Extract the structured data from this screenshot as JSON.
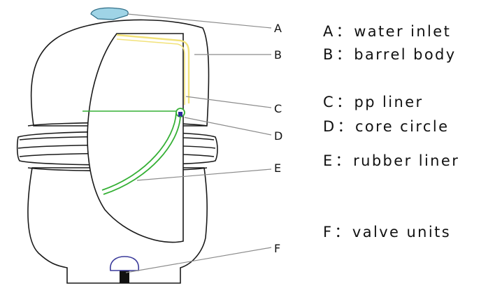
{
  "diagram": {
    "callouts": [
      {
        "letter": "A",
        "label": "water inlet"
      },
      {
        "letter": "B",
        "label": "barrel body"
      },
      {
        "letter": "C",
        "label": "pp liner"
      },
      {
        "letter": "D",
        "label": "core circle"
      },
      {
        "letter": "E",
        "label": "rubber liner"
      },
      {
        "letter": "F",
        "label": "valve units"
      }
    ],
    "separator": "："
  },
  "colors": {
    "outline": "#1a1a1a",
    "leader_line": "#8c8c8c",
    "pp_liner": "#f2e27a",
    "rubber_liner": "#35b035",
    "inlet_cap": "#9fd4e6",
    "valve_cap": "#3a3a9a"
  }
}
